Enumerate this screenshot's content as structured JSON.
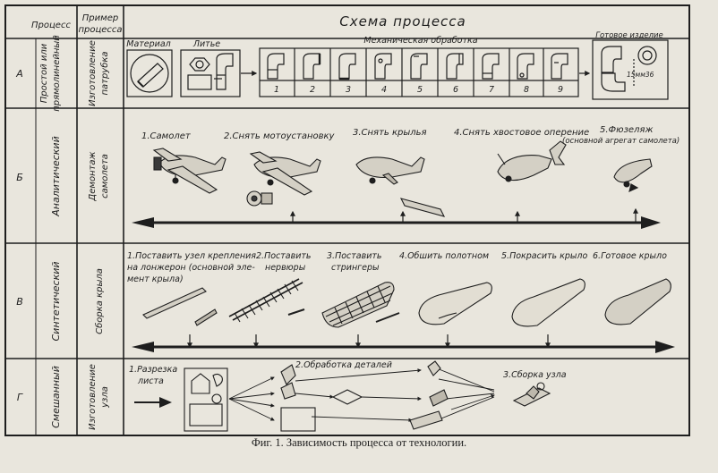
{
  "header": {
    "col_process": "Процесс",
    "col_example": "Пример процесса",
    "col_scheme": "Схема процесса"
  },
  "rows": [
    {
      "letter": "А",
      "process": "Простой или прямолинейный",
      "example": "Изготовление патрубка",
      "stages": {
        "material": "Материал",
        "casting": "Литье",
        "machining": "Механическая обработка",
        "finished": "Готовое изделие"
      },
      "steps": [
        "1",
        "2",
        "3",
        "4",
        "5",
        "6",
        "7",
        "8",
        "9"
      ],
      "finished_mark": "15мм36"
    },
    {
      "letter": "Б",
      "process": "Аналитический",
      "example": "Демонтаж самолета",
      "steps": [
        "1.Самолет",
        "2.Снять мотоустановку",
        "3.Снять крылья",
        "4.Снять хвостовое оперение",
        "5.Фюзеляж"
      ],
      "note": "(основной агрегат самолета)"
    },
    {
      "letter": "В",
      "process": "Синтетический",
      "example": "Сборка крыла",
      "steps": [
        "1.Поставить узел крепления на лонжерон (основной элемент крыла)",
        "2.Поставить нервюры",
        "3.Поставить стрингеры",
        "4.Обшить полотном",
        "5.Покрасить крыло",
        "6.Готовое крыло"
      ]
    },
    {
      "letter": "Г",
      "process": "Смешанный",
      "example": "Изготовление узла",
      "steps": [
        "1.Разрезка листа",
        "2.Обработка деталей",
        "3.Сборка узла"
      ]
    }
  ],
  "caption": "Фиг. 1. Зависимость процесса от технологии."
}
